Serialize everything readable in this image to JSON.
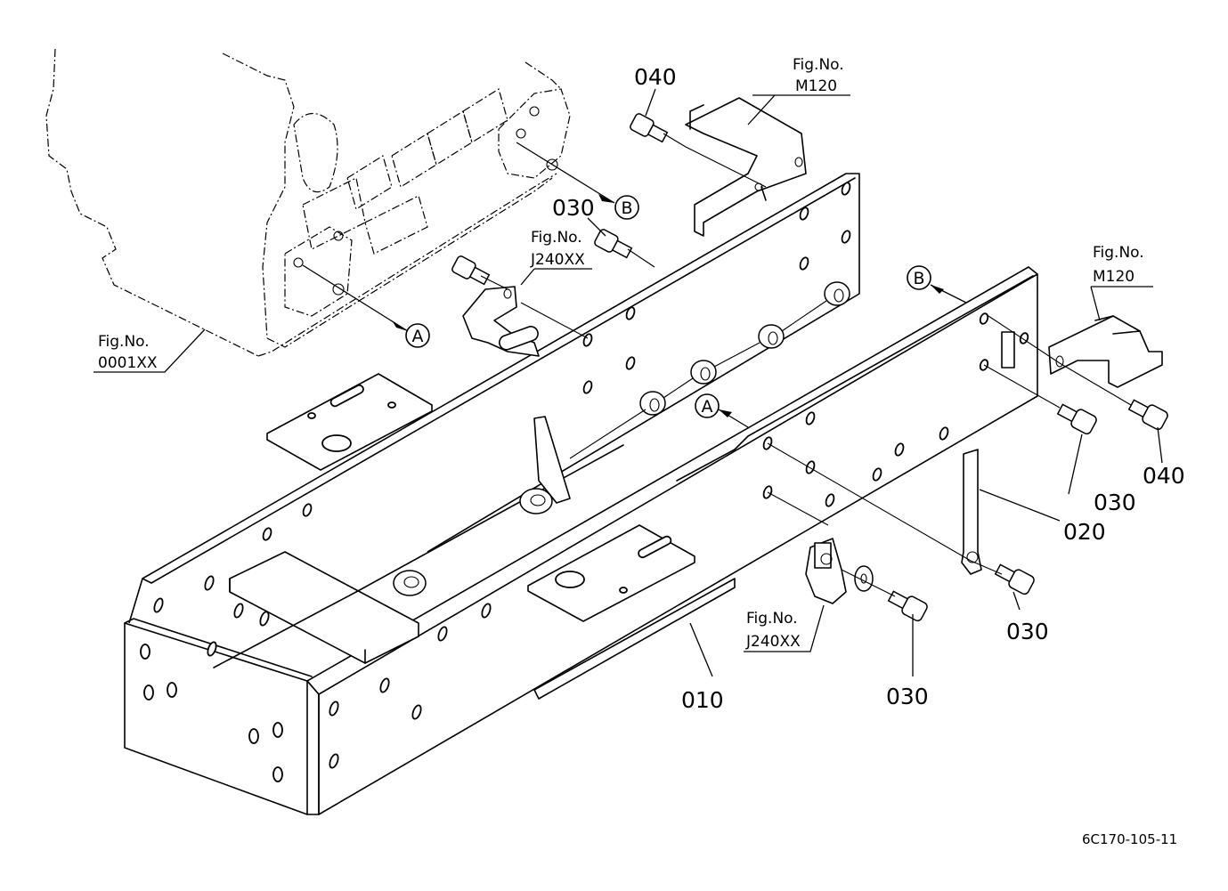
{
  "diagram": {
    "title": "Frame assembly exploded parts view",
    "drawing_code": "6C170-105-11",
    "part_labels": [
      {
        "id": "p010",
        "text": "010"
      },
      {
        "id": "p020",
        "text": "020"
      },
      {
        "id": "p030_a",
        "text": "030"
      },
      {
        "id": "p030_b",
        "text": "030"
      },
      {
        "id": "p030_c",
        "text": "030"
      },
      {
        "id": "p030_d",
        "text": "030"
      },
      {
        "id": "p040_a",
        "text": "040"
      },
      {
        "id": "p040_b",
        "text": "040"
      }
    ],
    "figure_refs": [
      {
        "id": "engine",
        "line1": "Fig.No.",
        "line2": "0001XX"
      },
      {
        "id": "clamp_top",
        "line1": "Fig.No.",
        "line2": "J240XX"
      },
      {
        "id": "bracket_top",
        "line1": "Fig.No.",
        "line2": "M120"
      },
      {
        "id": "bracket_right",
        "line1": "Fig.No.",
        "line2": "M120"
      },
      {
        "id": "clamp_bottom",
        "line1": "Fig.No.",
        "line2": "J240XX"
      }
    ],
    "connection_markers": [
      {
        "id": "A_engine",
        "letter": "A"
      },
      {
        "id": "A_frame",
        "letter": "A"
      },
      {
        "id": "B_engine",
        "letter": "B"
      },
      {
        "id": "B_frame",
        "letter": "B"
      }
    ]
  }
}
